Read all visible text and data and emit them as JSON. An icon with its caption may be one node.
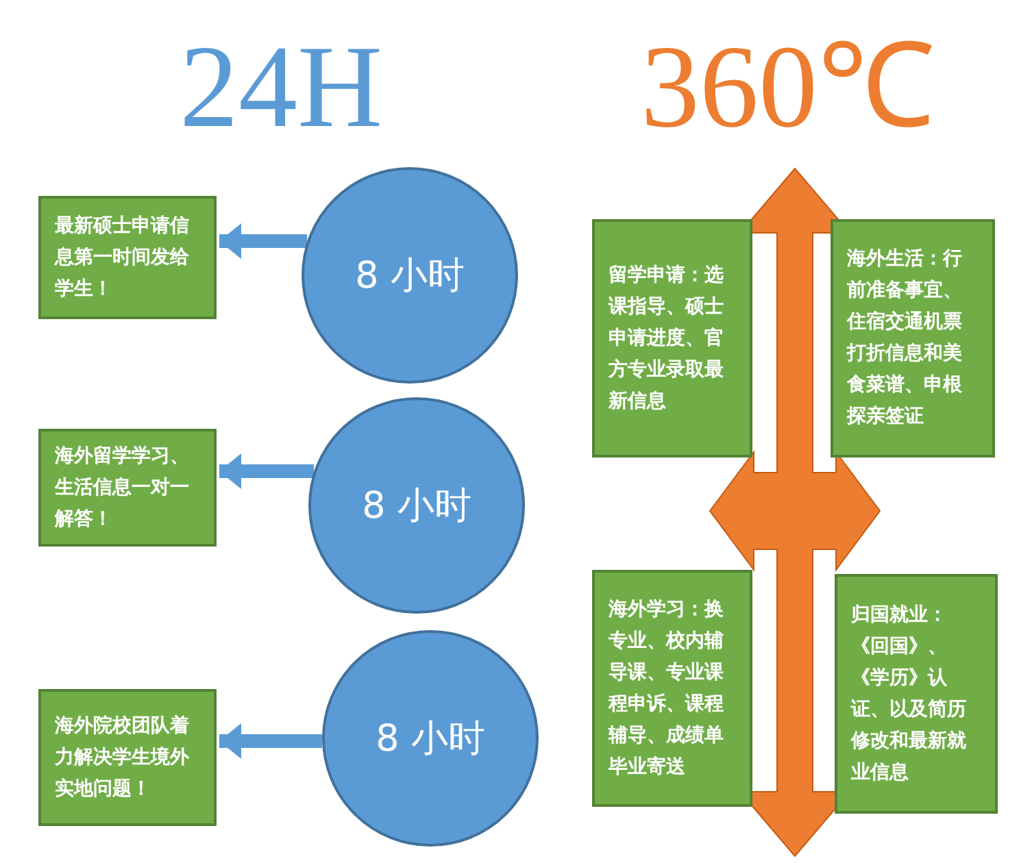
{
  "diagram": {
    "nodes": [
      {
        "text": [
          "最新硕士申请信息第一时间发给学生！"
        ]
      },
      {
        "text": [
          "8 小时"
        ]
      },
      {
        "text": [
          "海外留学学习、生活信息一对一解答！"
        ]
      },
      {
        "text": [
          "8 小时"
        ]
      },
      {
        "text": [
          "海外院校团队着力解决学生境外实地问题！"
        ]
      },
      {
        "text": [
          "8 小时"
        ]
      },
      {
        "text": [
          "留学申请：选课指导、硕士申请进度、官方专业录取最新信息"
        ]
      },
      {
        "text": [
          "海外生活：行前准备事宜、住宿交通机票打折信息和美食菜谱、申根探亲签证"
        ]
      },
      {
        "text": [
          "海外学习：换专业、校内辅导课、专业课程申诉、课程辅导、成绩单毕业寄送"
        ]
      },
      {
        "text": [
          "归国就业：《回国》、《学历》认证、以及简历修改和最新就业信息"
        ]
      }
    ],
    "edges": [
      {
        "from": 1,
        "to": 0,
        "arrow": "to"
      },
      {
        "from": 3,
        "to": 2,
        "arrow": "to"
      },
      {
        "from": 5,
        "to": 4,
        "arrow": "to"
      }
    ],
    "labels": [
      "24H",
      "360℃"
    ]
  }
}
